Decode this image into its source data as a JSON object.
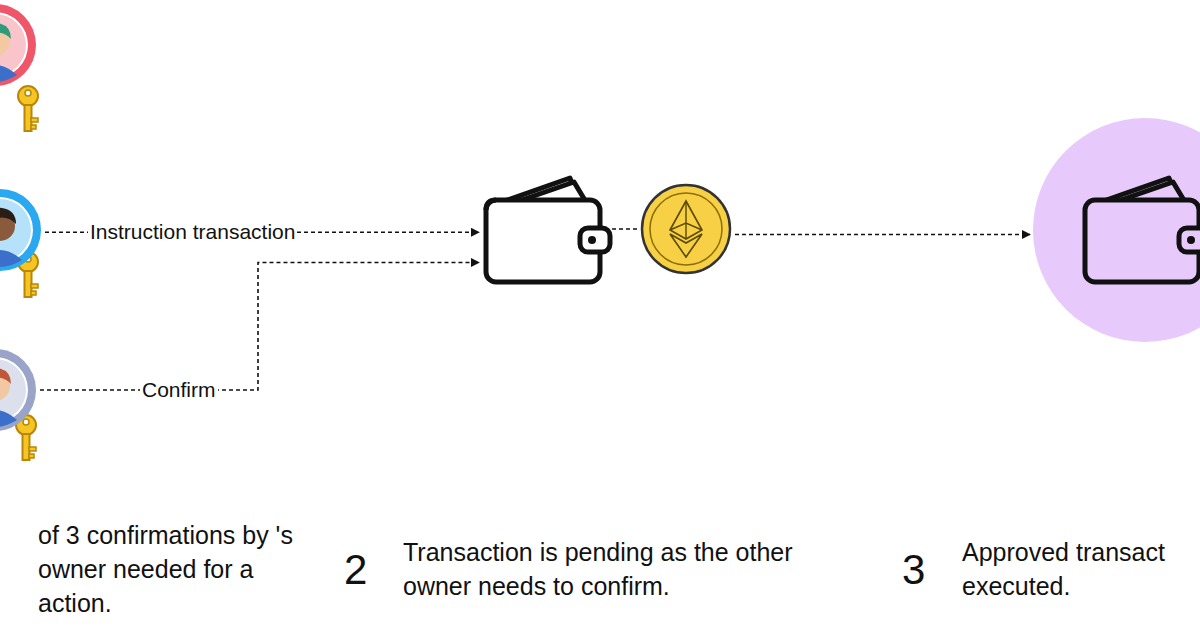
{
  "diagram": {
    "nodes": [
      {
        "text": []
      },
      {
        "text": []
      },
      {
        "text": []
      },
      {
        "text": []
      },
      {
        "text": []
      },
      {
        "text": []
      }
    ],
    "edges": [
      {
        "from": 1,
        "to": 3,
        "label": "Instruction transaction",
        "arrow": "to"
      },
      {
        "from": 2,
        "to": 3,
        "label": "Confirm",
        "arrow": "to"
      },
      {
        "from": 3,
        "to": 4,
        "arrow": "none"
      },
      {
        "from": 4,
        "to": 5,
        "arrow": "to"
      }
    ],
    "labels": [
      "of 3 confirmations by 's owner needed for a action.",
      "2",
      "Transaction is pending as the other owner needs to confirm.",
      "3",
      "Approved transact executed."
    ]
  }
}
